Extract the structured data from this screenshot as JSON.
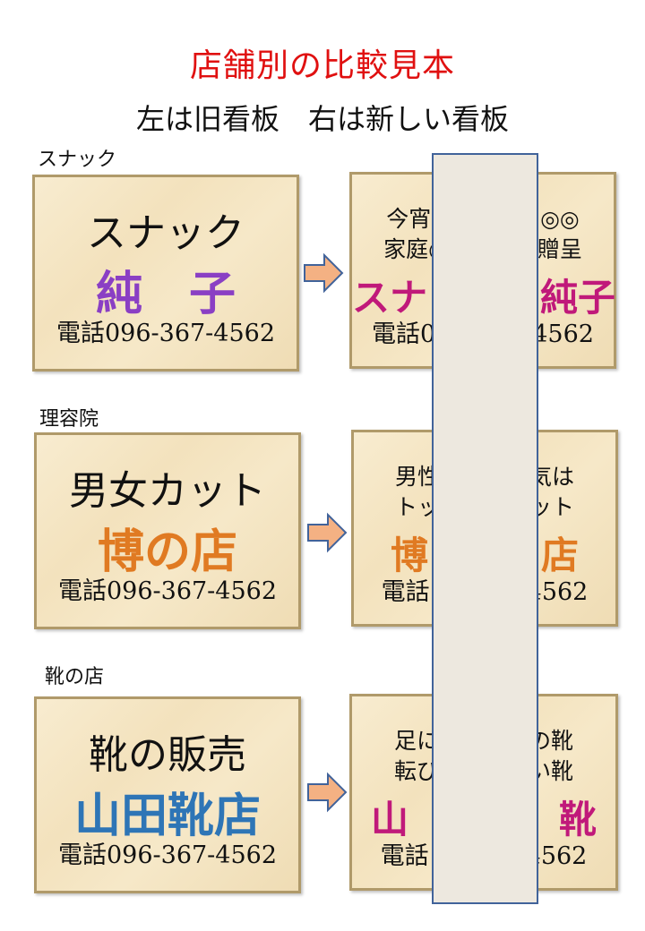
{
  "title": "店舗別の比較見本",
  "subtitle": "左は旧看板　右は新しい看板",
  "colors": {
    "title": "#e01010",
    "card_border": "#b09a6a",
    "card_bg": "#f3e2bd",
    "arrow_fill": "#f4b183",
    "arrow_stroke": "#41639a",
    "cover_fill": "#ede8df",
    "cover_border": "#41639a"
  },
  "sections": [
    {
      "label": "スナック",
      "old": {
        "kind": "スナック",
        "name": "純　子",
        "name_color": "#8a3fc4",
        "tel": "電話096-367-4562"
      },
      "new": {
        "copy1": "今宵◎　　　　◎◎",
        "copy2": "家庭◎　　　　贈呈",
        "name": "スナ　　　純子",
        "name_color": "#c0197a",
        "tel": "電話0　　　　4562"
      }
    },
    {
      "label": "理容院",
      "old": {
        "kind": "男女カット",
        "name": "博の店",
        "name_color": "#e07a22",
        "tel": "電話096-367-4562"
      },
      "new": {
        "copy1": "男性　　　　気は",
        "copy2": "トッ　　　　ット",
        "name": "博　　　店",
        "name_color": "#e07a22",
        "tel": "電話　　　　4562"
      }
    },
    {
      "label": "靴の店",
      "old": {
        "kind": "靴の販売",
        "name": "山田靴店",
        "name_color": "#2e75b6",
        "tel": "電話096-367-4562"
      },
      "new": {
        "copy1": "足に　　　　の靴",
        "copy2": "転び　　　　い靴",
        "name": "山　　　　靴",
        "name_color": "#c0197a",
        "tel": "電話　　　　4562"
      }
    }
  ]
}
